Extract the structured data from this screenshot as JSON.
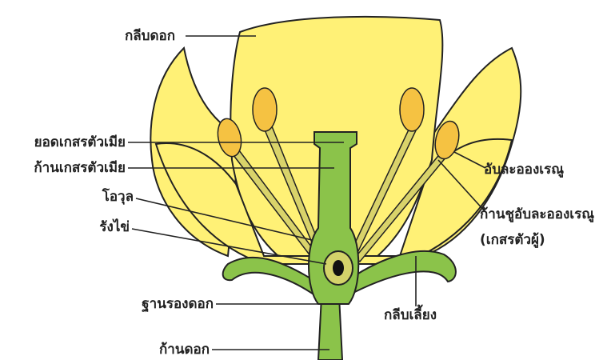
{
  "labels": {
    "petal": "กลีบดอก",
    "stigma": "ยอดเกสรตัวเมีย",
    "style": "ก้านเกสรตัวเมีย",
    "ovule": "โอวุล",
    "ovary": "รังไข่",
    "receptacle": "ฐานรองดอก",
    "peduncle": "ก้านดอก",
    "anther": "อับละอองเรณู",
    "filament": "ก้านชูอับละอองเรณู",
    "stamen": "(เกสรตัวผู้)",
    "sepal": "กลีบเลี้ยง"
  },
  "colors": {
    "petal": "#fff176",
    "petal_outline": "#222222",
    "anther": "#f5c242",
    "green": "#8bc34a",
    "green_light": "#a5d66a",
    "ovule_ring": "#d4d36a",
    "ovule_core": "#111111",
    "leader_line": "#222222"
  }
}
